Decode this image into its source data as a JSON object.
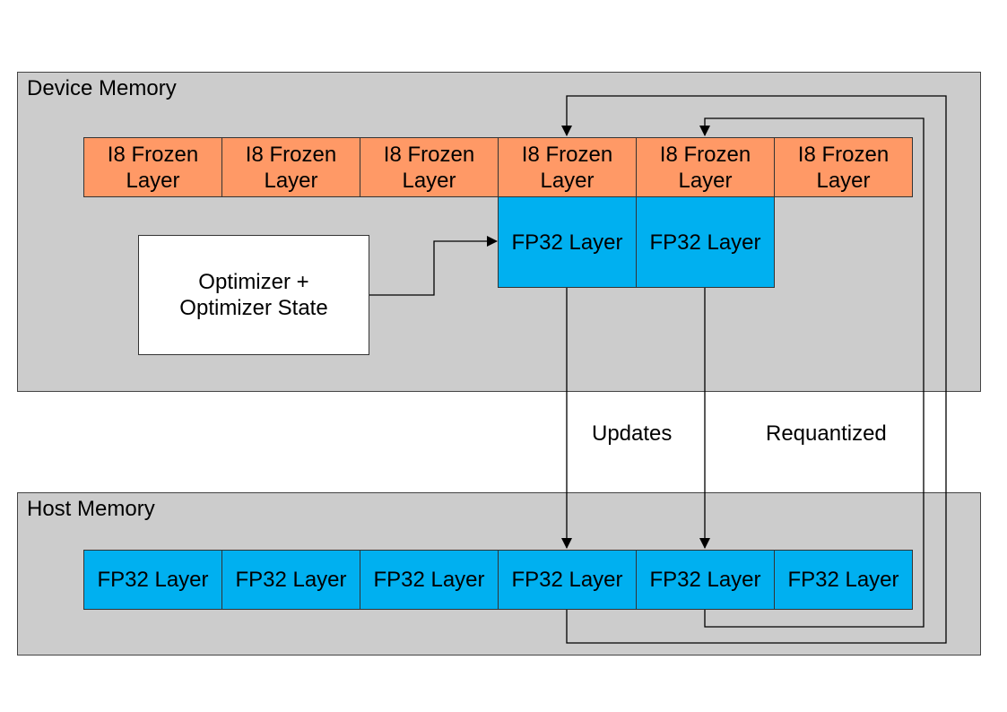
{
  "device_memory": {
    "title": "Device Memory",
    "frozen_layers": [
      "I8 Frozen\nLayer",
      "I8 Frozen\nLayer",
      "I8 Frozen\nLayer",
      "I8 Frozen\nLayer",
      "I8 Frozen\nLayer",
      "I8 Frozen\nLayer"
    ],
    "fp32_layers": [
      "FP32 Layer",
      "FP32 Layer"
    ],
    "optimizer": "Optimizer +\nOptimizer State"
  },
  "host_memory": {
    "title": "Host Memory",
    "fp32_layers": [
      "FP32 Layer",
      "FP32 Layer",
      "FP32 Layer",
      "FP32 Layer",
      "FP32 Layer",
      "FP32 Layer"
    ]
  },
  "edge_labels": {
    "updates": "Updates",
    "requantized": "Requantized"
  },
  "colors": {
    "frozen": "#ff9966",
    "fp32": "#00b0f0",
    "region": "#cccccc"
  }
}
